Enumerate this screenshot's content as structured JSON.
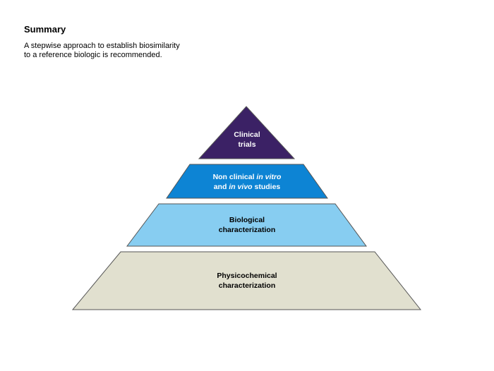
{
  "header": {
    "title": "Summary",
    "description_lines": [
      "A stepwise approach to establish biosimilarity",
      "to a reference biologic is recommended."
    ]
  },
  "pyramid": {
    "tiers": [
      {
        "id": "clinical-trials",
        "fill": "#3b2165",
        "text_color": "#ffffff",
        "lines": [
          [
            {
              "text": "Clinical",
              "italic": false
            }
          ],
          [
            {
              "text": "trials",
              "italic": false
            }
          ]
        ]
      },
      {
        "id": "non-clinical-studies",
        "fill": "#0d84d4",
        "text_color": "#ffffff",
        "lines": [
          [
            {
              "text": "Non clinical ",
              "italic": false
            },
            {
              "text": "in vitro",
              "italic": true
            }
          ],
          [
            {
              "text": "and ",
              "italic": false
            },
            {
              "text": "in vivo",
              "italic": true
            },
            {
              "text": " studies",
              "italic": false
            }
          ]
        ]
      },
      {
        "id": "biological-characterization",
        "fill": "#87cdf1",
        "text_color": "#000000",
        "lines": [
          [
            {
              "text": "Biological",
              "italic": false
            }
          ],
          [
            {
              "text": "characterization",
              "italic": false
            }
          ]
        ]
      },
      {
        "id": "physicochemical-characterization",
        "fill": "#e1e0cf",
        "text_color": "#000000",
        "lines": [
          [
            {
              "text": "Physicochemical",
              "italic": false
            }
          ],
          [
            {
              "text": "characterization",
              "italic": false
            }
          ]
        ]
      }
    ]
  }
}
